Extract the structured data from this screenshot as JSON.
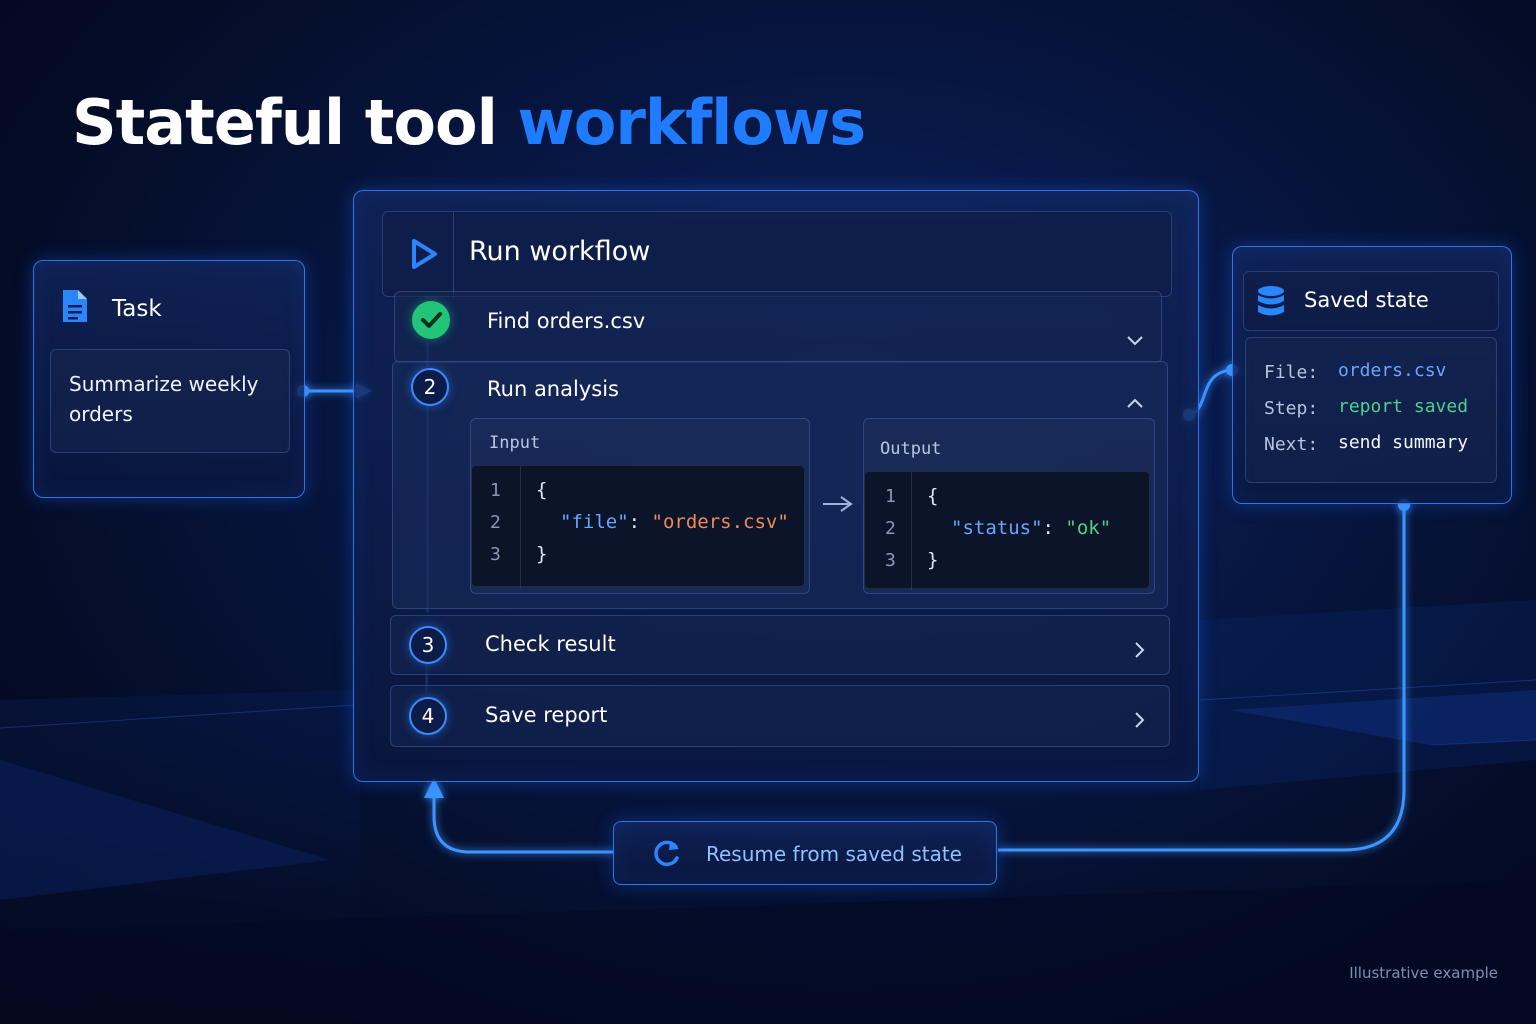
{
  "title": {
    "main": "Stateful tool",
    "accent": "workflows"
  },
  "task": {
    "header": "Task",
    "text_line1": "Summarize weekly",
    "text_line2": "orders"
  },
  "workflow": {
    "header": "Run workflow",
    "steps": [
      {
        "number": "",
        "label": "Find orders.csv",
        "status": "done"
      },
      {
        "number": "2",
        "label": "Run analysis",
        "status": "expanded"
      },
      {
        "number": "3",
        "label": "Check result",
        "status": "collapsed"
      },
      {
        "number": "4",
        "label": "Save report",
        "status": "collapsed"
      }
    ],
    "input": {
      "label": "Input",
      "line_numbers": [
        "1",
        "2",
        "3"
      ],
      "open": "{",
      "key": "\"file\"",
      "colon": ":",
      "value": "\"orders.csv\"",
      "close": "}"
    },
    "output": {
      "label": "Output",
      "line_numbers": [
        "1",
        "2",
        "3"
      ],
      "open": "{",
      "key": "\"status\"",
      "colon": ":",
      "value": "\"ok\"",
      "close": "}"
    }
  },
  "saved_state": {
    "header": "Saved state",
    "rows": [
      {
        "key": "File:",
        "value": "orders.csv"
      },
      {
        "key": "Step:",
        "value": "report saved"
      },
      {
        "key": "Next:",
        "value": "send summary"
      }
    ]
  },
  "resume_button": "Resume from saved state",
  "footnote": "Illustrative example",
  "colors": {
    "accent": "#1f7bff",
    "success": "#22c47a",
    "string_orange": "#f08a5a",
    "string_green": "#4ed08a"
  }
}
